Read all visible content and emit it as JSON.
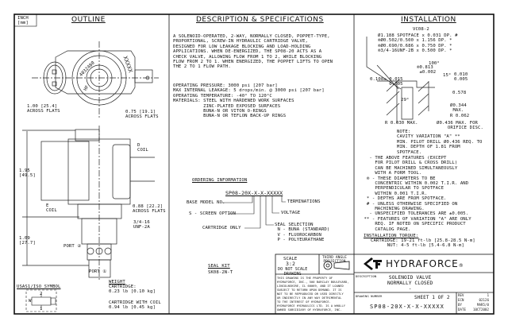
{
  "units": {
    "inch": "INCH",
    "mm": "[mm]"
  },
  "outline": {
    "title": "OUTLINE",
    "marking": "XXXXX",
    "part_no": "4032480",
    "logo_mark": "HF",
    "dim_flats_large": "1.00 [25.4]\nACROSS FLATS",
    "dim_flats_small": "0.75 [19.1]\nACROSS FLATS",
    "coil_d": "D\nCOIL",
    "coil_e": "E\nCOIL",
    "dim_height": "1.95\n[49.5]",
    "dim_nut": "0.88 [22.2]\nACROSS FLATS",
    "thread": "3/4-16\nUNF-2A",
    "dim_cartridge": "1.09\n[27.7]",
    "port2": "PORT ②",
    "port1": "PORT ①"
  },
  "symbol": {
    "title": "USAS1/ISO SYMBOL",
    "port2": "2",
    "port1": "1",
    "w": "W"
  },
  "weight": {
    "title": "WEIGHT",
    "cartridge": "CARTRIDGE:\n0.23 lb [0.10 kg]",
    "with_coil": "CARTRIDGE WITH COIL\n0.94 lb [0.45 kg]"
  },
  "description": {
    "title": "DESCRIPTION & SPECIFICATIONS",
    "body": "A SOLENOID-OPERATED, 2-WAY, NORMALLY CLOSED, POPPET-TYPE,\nPROPORTIONAL, SCREW-IN HYDRAULIC CARTRIDGE VALVE,\nDESIGNED FOR LOW LEAKAGE BLOCKING AND LOAD-HOLDING\nAPPLICATIONS. WHEN DE-ENERGIZED, THE SP08-20 ACTS AS A\nCHECK VALVE, ALLOWING FLOW FROM 1 TO 2, WHILE BLOCKING\nFLOW FROM 2 TO 1. WHEN ENERGIZED, THE POPPET LIFTS TO OPEN\nTHE 2 TO 1 FLOW PATH.",
    "specs": "OPERATING PRESSURE: 3000 psi [207 bar]\nMAX INTERNAL LEAKAGE: 5 drops/min. @ 3000 psi [207 bar]\nOPERATING TEMPERATURE: -40° TO 120°C\nMATERIALS: STEEL WITH HARDENED WORK SURFACES\n           ZINC-PLATED EXPOSED SURFACES\n           BUNA-N OR VITON O-RINGS\n           BUNA-N OR TEFLON BACK-UP RINGS"
  },
  "ordering": {
    "title": "ORDERING INFORMATION",
    "model": "SP08-20X-X-X-XXXXX",
    "base": "BASE MODEL NO.",
    "screen": "S - SCREEN OPTION",
    "cartridge": "CARTRIDGE ONLY",
    "terminations": "TERMINATIONS",
    "voltage": "VOLTAGE",
    "seal": "SEAL SELECTION\n N - BUNA (STANDARD)\n V - FLUOROCARBON\n P - POLYEURATHANE"
  },
  "seal_kit": {
    "title": "SEAL KIT",
    "value": "SK08-2N-T"
  },
  "installation": {
    "title": "INSTALLATION",
    "cavity": "VC08-2",
    "callouts": "Ø1.188 SPOTFACE x 0.031 DP. #\n®Ø0.502/0.500 x 1.156 DP. *\n®Ø0.690/0.686 x 0.750 DP. *\n®3/4-16UNF-2B x 0.500 DP. *",
    "d_100": "100°",
    "d_15": "15°",
    "d_813": "®0.813\n ±0.002",
    "d_108": "0.108± 0.015\n       0.005",
    "d_010": "0.010\n0.005",
    "d_578": "0.578",
    "d_29": "29°",
    "d_344": "Ø0.344\n MAX.",
    "d_r062": "R 0.062",
    "d_r030": "R 0.030 MAX.",
    "d_436": "Ø0.436 MAX. FOR\n    ORIFICE DISC.",
    "note": "NOTE:\nCAVITY VARIATION \"A\" **\nMIN. PILOT DRILL Ø0.436 REQ. TO\nMIN. DEPTH OF 1.81 FROM\nSPOTFACE.",
    "notes": "   - THE ABOVE FEATURES (EXCEPT\n     FOR PILOT DRILL & CROSS DRILL)\n     CAN BE MACHINED SIMULTANEOUSLY\n     WITH A FORM TOOL.\n  ® - THESE DIAMETERS TO BE\n     CONCENTRIC WITHIN 0.002 T.I.R. AND\n     PERPENDICULAR TO SPOTFACE\n     WITHIN 0.001 T.I.R.\n  * - DEPTHS ARE FROM SPOTFACE.\n  # - UNLESS OTHERWISE SPECIFIED ON\n     MACHINING DRAWING.\n   - UNSPECIFIED TOLERANCES ARE ±0.005.\n ** - FEATURES OF VARIATION \"A\" ARE ONLY\n     REQ. IF NOTED ON SPECIFIC PRODUCT\n     CATALOG PAGE.",
    "torque_title": "INSTALLATION TORQUE:",
    "torque": "CARTRIDGE: 19-21 ft-lb [25.8-28.5 N-m]\n      NUT: 4-5 ft-lb [5.4-6.8 N-m]"
  },
  "title_block": {
    "scale_label": "SCALE",
    "scale": "3:2",
    "no_scale": "DO NOT SCALE\nDRAWING",
    "projection": "THIRD ANGLE\nPROJECTION",
    "notice": "THIS DRAWING IS THE PROPERTY OF\nHYDRAFORCE, INC., 500 BARCLAY BOULEVARD,\nLINCOLNSHIRE, IL 60069, AND IT LOANED\nSUBJECT TO RETURN UPON DEMAND. IT IS\nNOT TO BE REPRODUCED OR USED DIRECTLY\nOR INDIRECTLY IN ANY WAY DETRIMENTAL\nTO THE INTEREST OF HYDRAFORCE.\nHYDRAFORCE HYDRAULICS LTD. IS A WHOLLY\nOWNED SUBSIDIARY OF HYDRAFORCE, INC.",
    "brand": "HYDRAFORCE",
    "reg": "®",
    "description_label": "DESCRIPTION",
    "description": "SOLENOID VALVE\nNORMALLY CLOSED\n-",
    "drawing_number_label": "DRAWING NUMBER",
    "sheet": "SHEET 1 OF 2",
    "drawing_number": "SP08-20X-X-X-XXXXX",
    "rev_labels": "REV\nECN\nBY\nDATE",
    "rev_values": "1\n02126\nMAR5/8\n10CT2002"
  }
}
